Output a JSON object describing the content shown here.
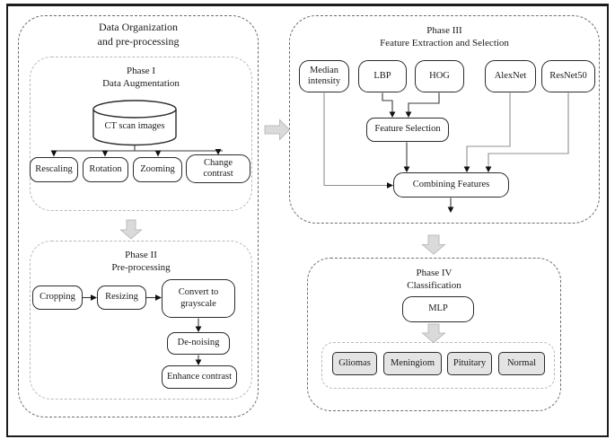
{
  "figure": {
    "left_section": {
      "title_line1": "Data Organization",
      "title_line2": "and pre-processing"
    },
    "phase1": {
      "title_line1": "Phase I",
      "title_line2": "Data Augmentation",
      "cylinder_label": "CT scan images",
      "rescaling": "Rescaling",
      "rotation": "Rotation",
      "zooming": "Zooming",
      "change_contrast_line1": "Change",
      "change_contrast_line2": "contrast"
    },
    "phase2": {
      "title_line1": "Phase II",
      "title_line2": "Pre-processing",
      "cropping": "Cropping",
      "resizing": "Resizing",
      "convert_line1": "Convert to",
      "convert_line2": "grayscale",
      "denoising": "De-noising",
      "enhance_contrast": "Enhance contrast"
    },
    "phase3": {
      "title_line1": "Phase III",
      "title_line2": "Feature Extraction and Selection",
      "median_line1": "Median",
      "median_line2": "intensity",
      "lbp": "LBP",
      "hog": "HOG",
      "alexnet": "AlexNet",
      "resnet50": "ResNet50",
      "feature_selection": "Feature Selection",
      "combining_features": "Combining Features"
    },
    "phase4": {
      "title_line1": "Phase IV",
      "title_line2": "Classification",
      "mlp": "MLP",
      "gliomas": "Gliomas",
      "meningiom": "Meningiom",
      "pituitary": "Pituitary",
      "normal": "Normal"
    },
    "colors": {
      "frame_border": "#1c1c1c",
      "box_border": "#2b2b2b",
      "result_box_fill": "#e4e4e4",
      "block_arrow_fill": "#dadada",
      "dashed_outer": "#6f6f6f",
      "dashed_inner": "#b9b9b9",
      "gray_connector": "#919191"
    }
  }
}
